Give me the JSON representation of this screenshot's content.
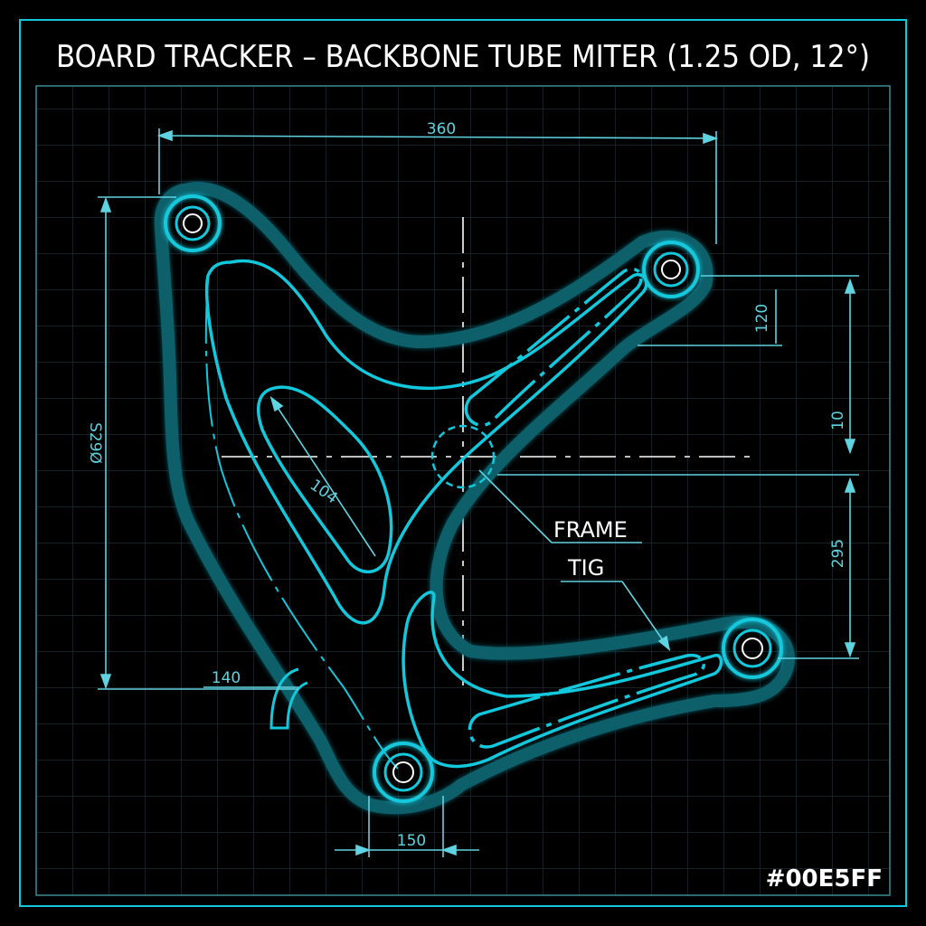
{
  "title": "BOARD TRACKER – BACKBONE TUBE MITER (1.25 OD, 12°)",
  "dimensions": {
    "top_width": "360",
    "left_height": "S29Ø",
    "slot_length": "104",
    "right_upper": "120",
    "right_middle": "10",
    "right_lower": "295",
    "bottom_left": "140",
    "bottom": "150"
  },
  "notes": {
    "frame": "FRAME",
    "tig": "TIG"
  },
  "accent_hex": "#00E5FF",
  "colors": {
    "background": "#000000",
    "frame_stroke": "#12c8dc",
    "glow": "#0a5e6a",
    "grid": "#26323a",
    "dimension": "#5fd3e0",
    "text": "#ffffff"
  }
}
